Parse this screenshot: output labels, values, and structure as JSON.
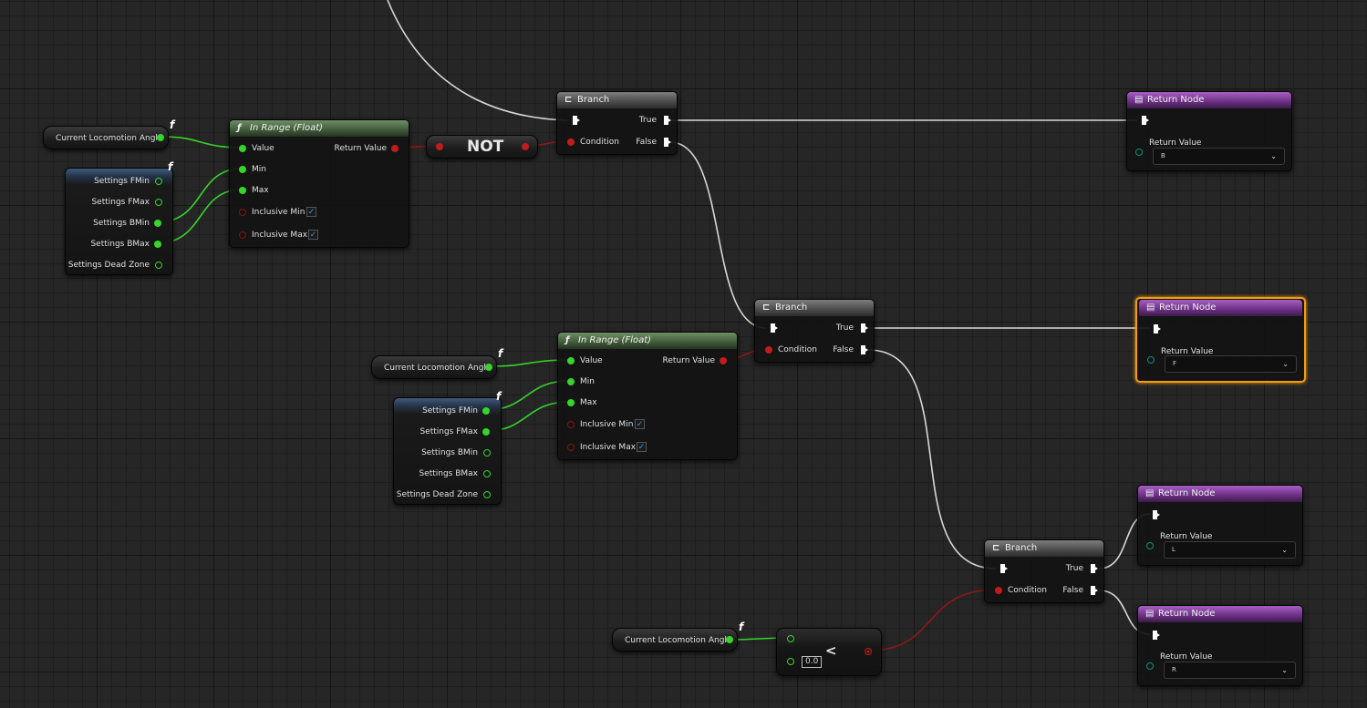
{
  "branch_nodes": [
    {
      "title": "Branch",
      "true_label": "True",
      "false_label": "False",
      "condition_label": "Condition"
    },
    {
      "title": "Branch",
      "true_label": "True",
      "false_label": "False",
      "condition_label": "Condition"
    },
    {
      "title": "Branch",
      "true_label": "True",
      "false_label": "False",
      "condition_label": "Condition"
    }
  ],
  "in_range_nodes": [
    {
      "title": "In Range (Float)",
      "value_label": "Value",
      "min_label": "Min",
      "max_label": "Max",
      "inclusive_min_label": "Inclusive Min",
      "inclusive_max_label": "Inclusive Max",
      "return_label": "Return Value",
      "inclusive_min_checked": "✓",
      "inclusive_max_checked": "✓"
    },
    {
      "title": "In Range (Float)",
      "value_label": "Value",
      "min_label": "Min",
      "max_label": "Max",
      "inclusive_min_label": "Inclusive Min",
      "inclusive_max_label": "Inclusive Max",
      "return_label": "Return Value",
      "inclusive_min_checked": "✓",
      "inclusive_max_checked": "✓"
    }
  ],
  "return_nodes": [
    {
      "title": "Return Node",
      "value_label": "Return Value",
      "selected": "B"
    },
    {
      "title": "Return Node",
      "value_label": "Return Value",
      "selected": "F"
    },
    {
      "title": "Return Node",
      "value_label": "Return Value",
      "selected": "L"
    },
    {
      "title": "Return Node",
      "value_label": "Return Value",
      "selected": "R"
    }
  ],
  "variables": {
    "current_locomotion_angle": "Current Locomotion Angle",
    "fx": "f"
  },
  "settings_getters": [
    {
      "fmin": "Settings FMin",
      "fmax": "Settings FMax",
      "bmin": "Settings BMin",
      "bmax": "Settings BMax",
      "dead_zone": "Settings Dead Zone"
    },
    {
      "fmin": "Settings FMin",
      "fmax": "Settings FMax",
      "bmin": "Settings BMin",
      "bmax": "Settings BMax",
      "dead_zone": "Settings Dead Zone"
    }
  ],
  "not_node": {
    "label": "NOT"
  },
  "less_node": {
    "operator": "<",
    "default_value": "0.0"
  },
  "icons": {
    "branch": "branch-icon",
    "function": "function-icon",
    "return": "return-node-icon",
    "dropdown": "chevron-down-icon"
  },
  "colors": {
    "float_pin": "#35d52a",
    "bool_pin": "#c11b1b",
    "exec_pin": "#ffffff",
    "enum_pin": "#0f8f7e",
    "return_header": "#6a2f82",
    "function_header": "#3f5a38",
    "selection_outline": "#f39c12"
  }
}
